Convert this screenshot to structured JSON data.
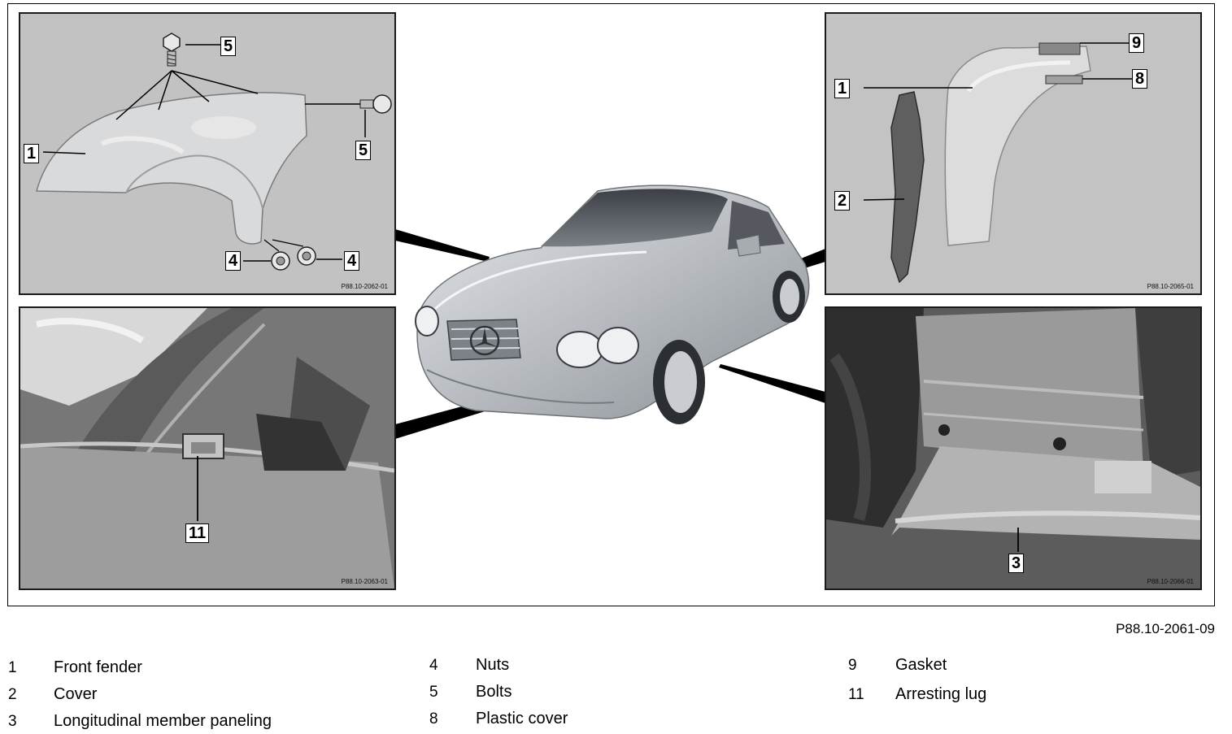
{
  "figure_ref": "P88.10-2061-09",
  "panels": {
    "top_left": {
      "ref": "P88.10-2062-01",
      "callouts": {
        "a": "5",
        "b": "5",
        "c": "1",
        "d": "4",
        "e": "4"
      }
    },
    "top_right": {
      "ref": "P88.10-2065-01",
      "callouts": {
        "a": "9",
        "b": "8",
        "c": "1",
        "d": "2"
      }
    },
    "bottom_left": {
      "ref": "P88.10-2063-01",
      "callouts": {
        "a": "11"
      }
    },
    "bottom_right": {
      "ref": "P88.10-2066-01",
      "callouts": {
        "a": "3"
      }
    }
  },
  "legend": [
    {
      "num": "1",
      "label": "Front fender"
    },
    {
      "num": "2",
      "label": "Cover"
    },
    {
      "num": "3",
      "label": "Longitudinal member paneling"
    },
    {
      "num": "4",
      "label": "Nuts"
    },
    {
      "num": "5",
      "label": "Bolts"
    },
    {
      "num": "8",
      "label": "Plastic cover"
    },
    {
      "num": "9",
      "label": "Gasket"
    },
    {
      "num": "11",
      "label": "Arresting lug"
    }
  ]
}
